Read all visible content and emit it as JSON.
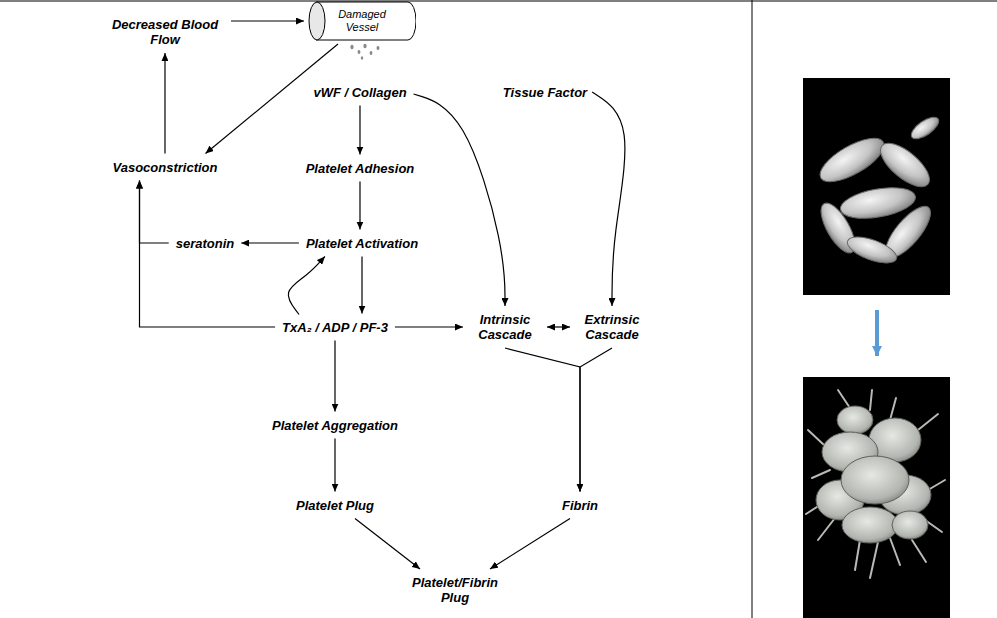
{
  "diagram": {
    "nodes": [
      {
        "text": [
          "Damaged Vessel"
        ]
      },
      {
        "text": [
          "Decreased Blood Flow"
        ]
      },
      {
        "text": [
          "vWF / Collagen"
        ]
      },
      {
        "text": [
          "Tissue Factor"
        ]
      },
      {
        "text": [
          "Vasoconstriction"
        ]
      },
      {
        "text": [
          "Platelet Adhesion"
        ]
      },
      {
        "text": [
          "seratonin"
        ]
      },
      {
        "text": [
          "Platelet Activation"
        ]
      },
      {
        "text": [
          "TxA₂ / ADP / PF-3"
        ]
      },
      {
        "text": [
          "Intrinsic Cascade"
        ]
      },
      {
        "text": [
          "Extrinsic Cascade"
        ]
      },
      {
        "text": [
          "Platelet Aggregation"
        ]
      },
      {
        "text": [
          "Platelet Plug"
        ]
      },
      {
        "text": [
          "Fibrin"
        ]
      },
      {
        "text": [
          "Platelet/Fibrin Plug"
        ]
      }
    ],
    "edges": [
      {
        "from": 1,
        "to": 0,
        "arrow": "to"
      },
      {
        "from": 0,
        "to": 4,
        "arrow": "to"
      },
      {
        "from": 4,
        "to": 1,
        "arrow": "to"
      },
      {
        "from": 2,
        "to": 5,
        "arrow": "to"
      },
      {
        "from": 2,
        "to": 9,
        "arrow": "to"
      },
      {
        "from": 3,
        "to": 10,
        "arrow": "to"
      },
      {
        "from": 5,
        "to": 7,
        "arrow": "to"
      },
      {
        "from": 7,
        "to": 6,
        "arrow": "to"
      },
      {
        "from": 6,
        "to": 4,
        "arrow": "to"
      },
      {
        "from": 8,
        "to": 4,
        "arrow": "to"
      },
      {
        "from": 8,
        "to": 7,
        "arrow": "to"
      },
      {
        "from": 7,
        "to": 8,
        "arrow": "to"
      },
      {
        "from": 8,
        "to": 9,
        "arrow": "to"
      },
      {
        "from": 9,
        "to": 10,
        "arrow": "both"
      },
      {
        "from": 8,
        "to": 11,
        "arrow": "to"
      },
      {
        "from": 11,
        "to": 12,
        "arrow": "to"
      },
      {
        "from": 9,
        "to": 13,
        "arrow": "to"
      },
      {
        "from": 10,
        "to": 13,
        "arrow": "to"
      },
      {
        "from": 12,
        "to": 14,
        "arrow": "to"
      },
      {
        "from": 13,
        "to": 14,
        "arrow": "to"
      }
    ]
  }
}
